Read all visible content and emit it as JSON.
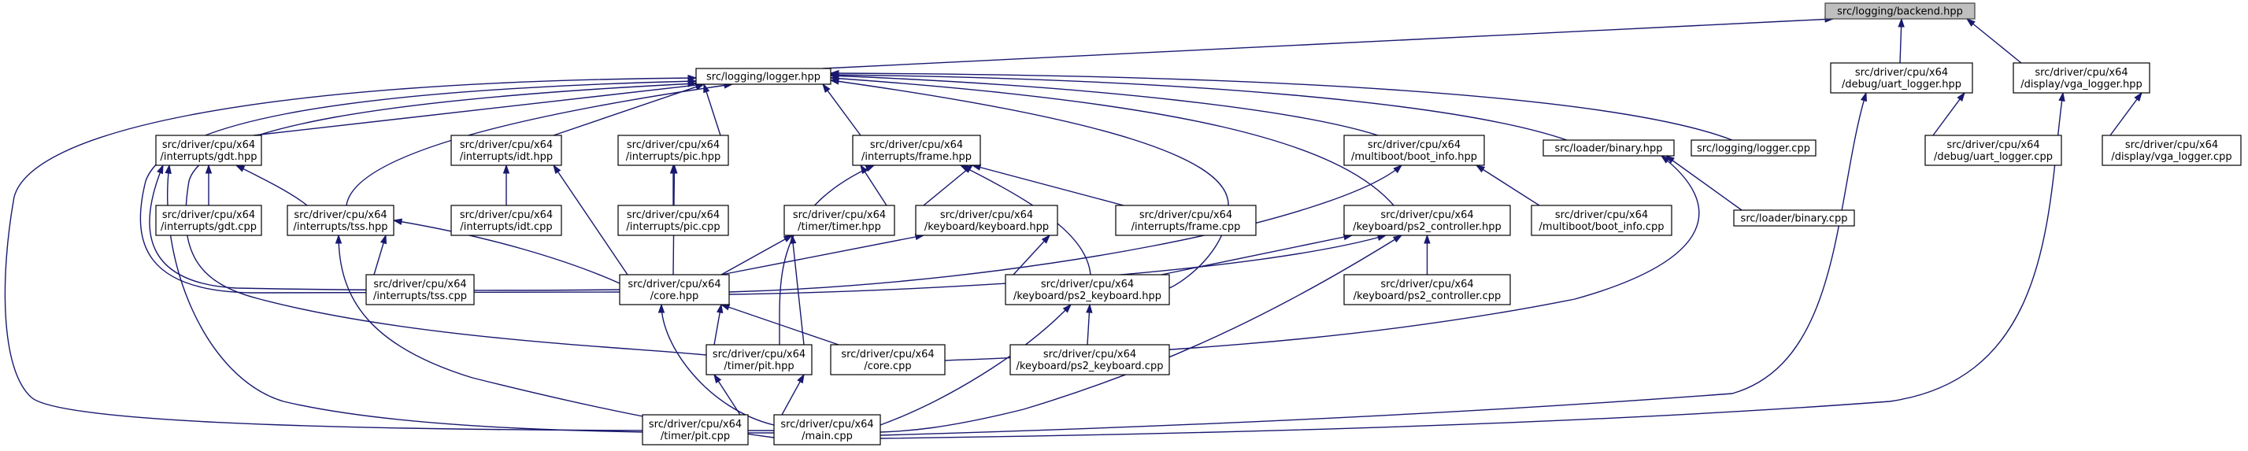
{
  "nodes": [
    {
      "id": "backend",
      "icon": "root-node",
      "lines": [
        "src/logging/backend.hpp"
      ]
    },
    {
      "id": "logger_hpp",
      "lines": [
        "src/logging/logger.hpp"
      ]
    },
    {
      "id": "uart_logger_hpp",
      "lines": [
        "src/driver/cpu/x64",
        "/debug/uart_logger.hpp"
      ]
    },
    {
      "id": "vga_logger_hpp",
      "lines": [
        "src/driver/cpu/x64",
        "/display/vga_logger.hpp"
      ]
    },
    {
      "id": "gdt_hpp",
      "lines": [
        "src/driver/cpu/x64",
        "/interrupts/gdt.hpp"
      ]
    },
    {
      "id": "idt_hpp",
      "lines": [
        "src/driver/cpu/x64",
        "/interrupts/idt.hpp"
      ]
    },
    {
      "id": "pic_hpp",
      "lines": [
        "src/driver/cpu/x64",
        "/interrupts/pic.hpp"
      ]
    },
    {
      "id": "frame_hpp",
      "lines": [
        "src/driver/cpu/x64",
        "/interrupts/frame.hpp"
      ]
    },
    {
      "id": "boot_info_hpp",
      "lines": [
        "src/driver/cpu/x64",
        "/multiboot/boot_info.hpp"
      ]
    },
    {
      "id": "binary_hpp",
      "lines": [
        "src/loader/binary.hpp"
      ]
    },
    {
      "id": "logger_cpp",
      "lines": [
        "src/logging/logger.cpp"
      ]
    },
    {
      "id": "uart_logger_cpp",
      "lines": [
        "src/driver/cpu/x64",
        "/debug/uart_logger.cpp"
      ]
    },
    {
      "id": "vga_logger_cpp",
      "lines": [
        "src/driver/cpu/x64",
        "/display/vga_logger.cpp"
      ]
    },
    {
      "id": "gdt_cpp",
      "lines": [
        "src/driver/cpu/x64",
        "/interrupts/gdt.cpp"
      ]
    },
    {
      "id": "tss_hpp",
      "lines": [
        "src/driver/cpu/x64",
        "/interrupts/tss.hpp"
      ]
    },
    {
      "id": "idt_cpp",
      "lines": [
        "src/driver/cpu/x64",
        "/interrupts/idt.cpp"
      ]
    },
    {
      "id": "pic_cpp",
      "lines": [
        "src/driver/cpu/x64",
        "/interrupts/pic.cpp"
      ]
    },
    {
      "id": "timer_hpp",
      "lines": [
        "src/driver/cpu/x64",
        "/timer/timer.hpp"
      ]
    },
    {
      "id": "keyboard_hpp",
      "lines": [
        "src/driver/cpu/x64",
        "/keyboard/keyboard.hpp"
      ]
    },
    {
      "id": "frame_cpp",
      "lines": [
        "src/driver/cpu/x64",
        "/interrupts/frame.cpp"
      ]
    },
    {
      "id": "ps2_controller_hpp",
      "lines": [
        "src/driver/cpu/x64",
        "/keyboard/ps2_controller.hpp"
      ]
    },
    {
      "id": "boot_info_cpp",
      "lines": [
        "src/driver/cpu/x64",
        "/multiboot/boot_info.cpp"
      ]
    },
    {
      "id": "binary_cpp",
      "lines": [
        "src/loader/binary.cpp"
      ]
    },
    {
      "id": "tss_cpp",
      "lines": [
        "src/driver/cpu/x64",
        "/interrupts/tss.cpp"
      ]
    },
    {
      "id": "core_hpp",
      "lines": [
        "src/driver/cpu/x64",
        "/core.hpp"
      ]
    },
    {
      "id": "ps2_keyboard_hpp",
      "lines": [
        "src/driver/cpu/x64",
        "/keyboard/ps2_keyboard.hpp"
      ]
    },
    {
      "id": "ps2_controller_cpp",
      "lines": [
        "src/driver/cpu/x64",
        "/keyboard/ps2_controller.cpp"
      ]
    },
    {
      "id": "pit_hpp",
      "lines": [
        "src/driver/cpu/x64",
        "/timer/pit.hpp"
      ]
    },
    {
      "id": "core_cpp",
      "lines": [
        "src/driver/cpu/x64",
        "/core.cpp"
      ]
    },
    {
      "id": "ps2_keyboard_cpp",
      "lines": [
        "src/driver/cpu/x64",
        "/keyboard/ps2_keyboard.cpp"
      ]
    },
    {
      "id": "pit_cpp",
      "lines": [
        "src/driver/cpu/x64",
        "/timer/pit.cpp"
      ]
    },
    {
      "id": "main_cpp",
      "lines": [
        "src/driver/cpu/x64",
        "/main.cpp"
      ]
    }
  ],
  "edges": [
    [
      "backend",
      "logger_hpp"
    ],
    [
      "backend",
      "uart_logger_hpp"
    ],
    [
      "backend",
      "vga_logger_hpp"
    ],
    [
      "uart_logger_hpp",
      "uart_logger_cpp"
    ],
    [
      "uart_logger_hpp",
      "main_cpp"
    ],
    [
      "vga_logger_hpp",
      "vga_logger_cpp"
    ],
    [
      "vga_logger_hpp",
      "main_cpp"
    ],
    [
      "logger_hpp",
      "gdt_hpp"
    ],
    [
      "logger_hpp",
      "idt_hpp"
    ],
    [
      "logger_hpp",
      "pic_hpp"
    ],
    [
      "logger_hpp",
      "frame_hpp"
    ],
    [
      "logger_hpp",
      "boot_info_hpp"
    ],
    [
      "logger_hpp",
      "binary_hpp"
    ],
    [
      "logger_hpp",
      "logger_cpp"
    ],
    [
      "logger_hpp",
      "tss_hpp"
    ],
    [
      "logger_hpp",
      "ps2_controller_hpp"
    ],
    [
      "logger_hpp",
      "ps2_keyboard_hpp"
    ],
    [
      "logger_hpp",
      "core_hpp"
    ],
    [
      "logger_hpp",
      "pit_hpp"
    ],
    [
      "logger_hpp",
      "main_cpp"
    ],
    [
      "gdt_hpp",
      "gdt_cpp"
    ],
    [
      "gdt_hpp",
      "tss_hpp"
    ],
    [
      "gdt_hpp",
      "core_hpp"
    ],
    [
      "gdt_hpp",
      "main_cpp"
    ],
    [
      "idt_hpp",
      "idt_cpp"
    ],
    [
      "idt_hpp",
      "core_hpp"
    ],
    [
      "pic_hpp",
      "pic_cpp"
    ],
    [
      "pic_hpp",
      "core_hpp"
    ],
    [
      "frame_hpp",
      "timer_hpp"
    ],
    [
      "frame_hpp",
      "keyboard_hpp"
    ],
    [
      "frame_hpp",
      "frame_cpp"
    ],
    [
      "frame_hpp",
      "ps2_keyboard_hpp"
    ],
    [
      "frame_hpp",
      "pit_hpp"
    ],
    [
      "boot_info_hpp",
      "boot_info_cpp"
    ],
    [
      "boot_info_hpp",
      "core_hpp"
    ],
    [
      "binary_hpp",
      "binary_cpp"
    ],
    [
      "binary_hpp",
      "core_cpp"
    ],
    [
      "tss_hpp",
      "tss_cpp"
    ],
    [
      "tss_hpp",
      "core_hpp"
    ],
    [
      "tss_hpp",
      "main_cpp"
    ],
    [
      "timer_hpp",
      "core_hpp"
    ],
    [
      "timer_hpp",
      "pit_hpp"
    ],
    [
      "keyboard_hpp",
      "core_hpp"
    ],
    [
      "keyboard_hpp",
      "ps2_keyboard_hpp"
    ],
    [
      "ps2_controller_hpp",
      "ps2_controller_cpp"
    ],
    [
      "ps2_controller_hpp",
      "core_hpp"
    ],
    [
      "ps2_controller_hpp",
      "ps2_keyboard_hpp"
    ],
    [
      "ps2_controller_hpp",
      "main_cpp"
    ],
    [
      "core_hpp",
      "core_cpp"
    ],
    [
      "core_hpp",
      "pit_hpp"
    ],
    [
      "core_hpp",
      "main_cpp"
    ],
    [
      "ps2_keyboard_hpp",
      "ps2_keyboard_cpp"
    ],
    [
      "ps2_keyboard_hpp",
      "main_cpp"
    ],
    [
      "pit_hpp",
      "pit_cpp"
    ],
    [
      "pit_hpp",
      "main_cpp"
    ]
  ]
}
